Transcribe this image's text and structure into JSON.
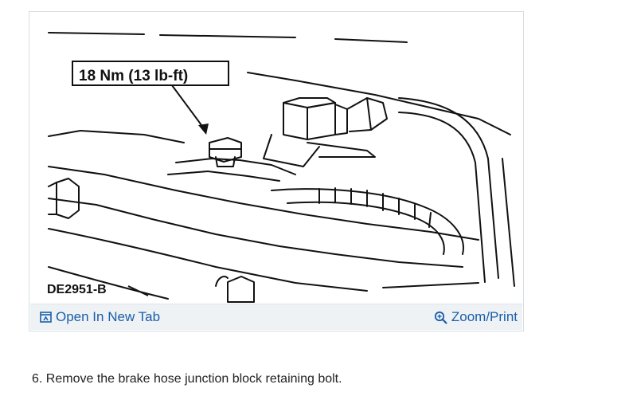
{
  "figure": {
    "callout": "18 Nm (13 lb-ft)",
    "code": "DE2951-B"
  },
  "toolbar": {
    "open_tab_label": "Open In New Tab",
    "zoom_label": "Zoom/Print"
  },
  "caption": "6. Remove the brake hose junction block retaining bolt.",
  "colors": {
    "link": "#1a5ea8",
    "toolbar_bg": "#eef2f5"
  },
  "icons": [
    "open-new-tab-icon",
    "magnifier-icon"
  ]
}
